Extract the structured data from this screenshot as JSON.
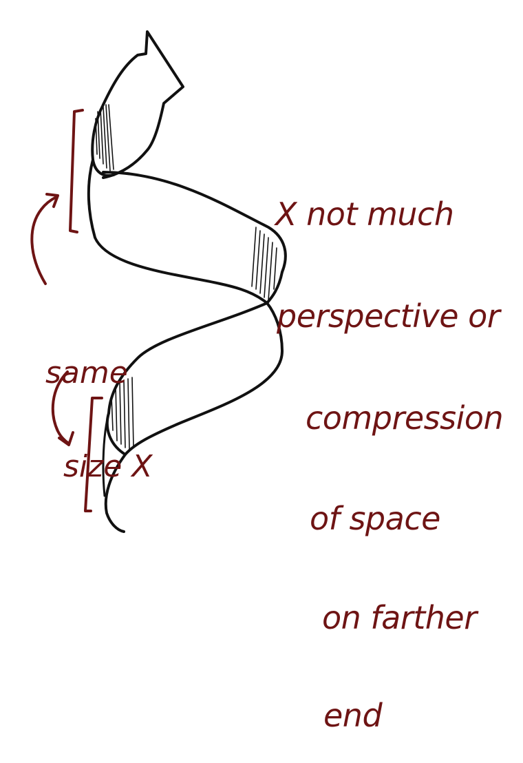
{
  "annotations": {
    "main_note": {
      "mark": "X",
      "lines": [
        "not much",
        "perspective or",
        "compression",
        "of space",
        "on farther",
        "end"
      ]
    },
    "side_note": {
      "lines": [
        "same",
        "size"
      ],
      "mark": "X"
    }
  },
  "colors": {
    "ink": "#6e1414",
    "line": "#111111",
    "background": "#ffffff"
  }
}
